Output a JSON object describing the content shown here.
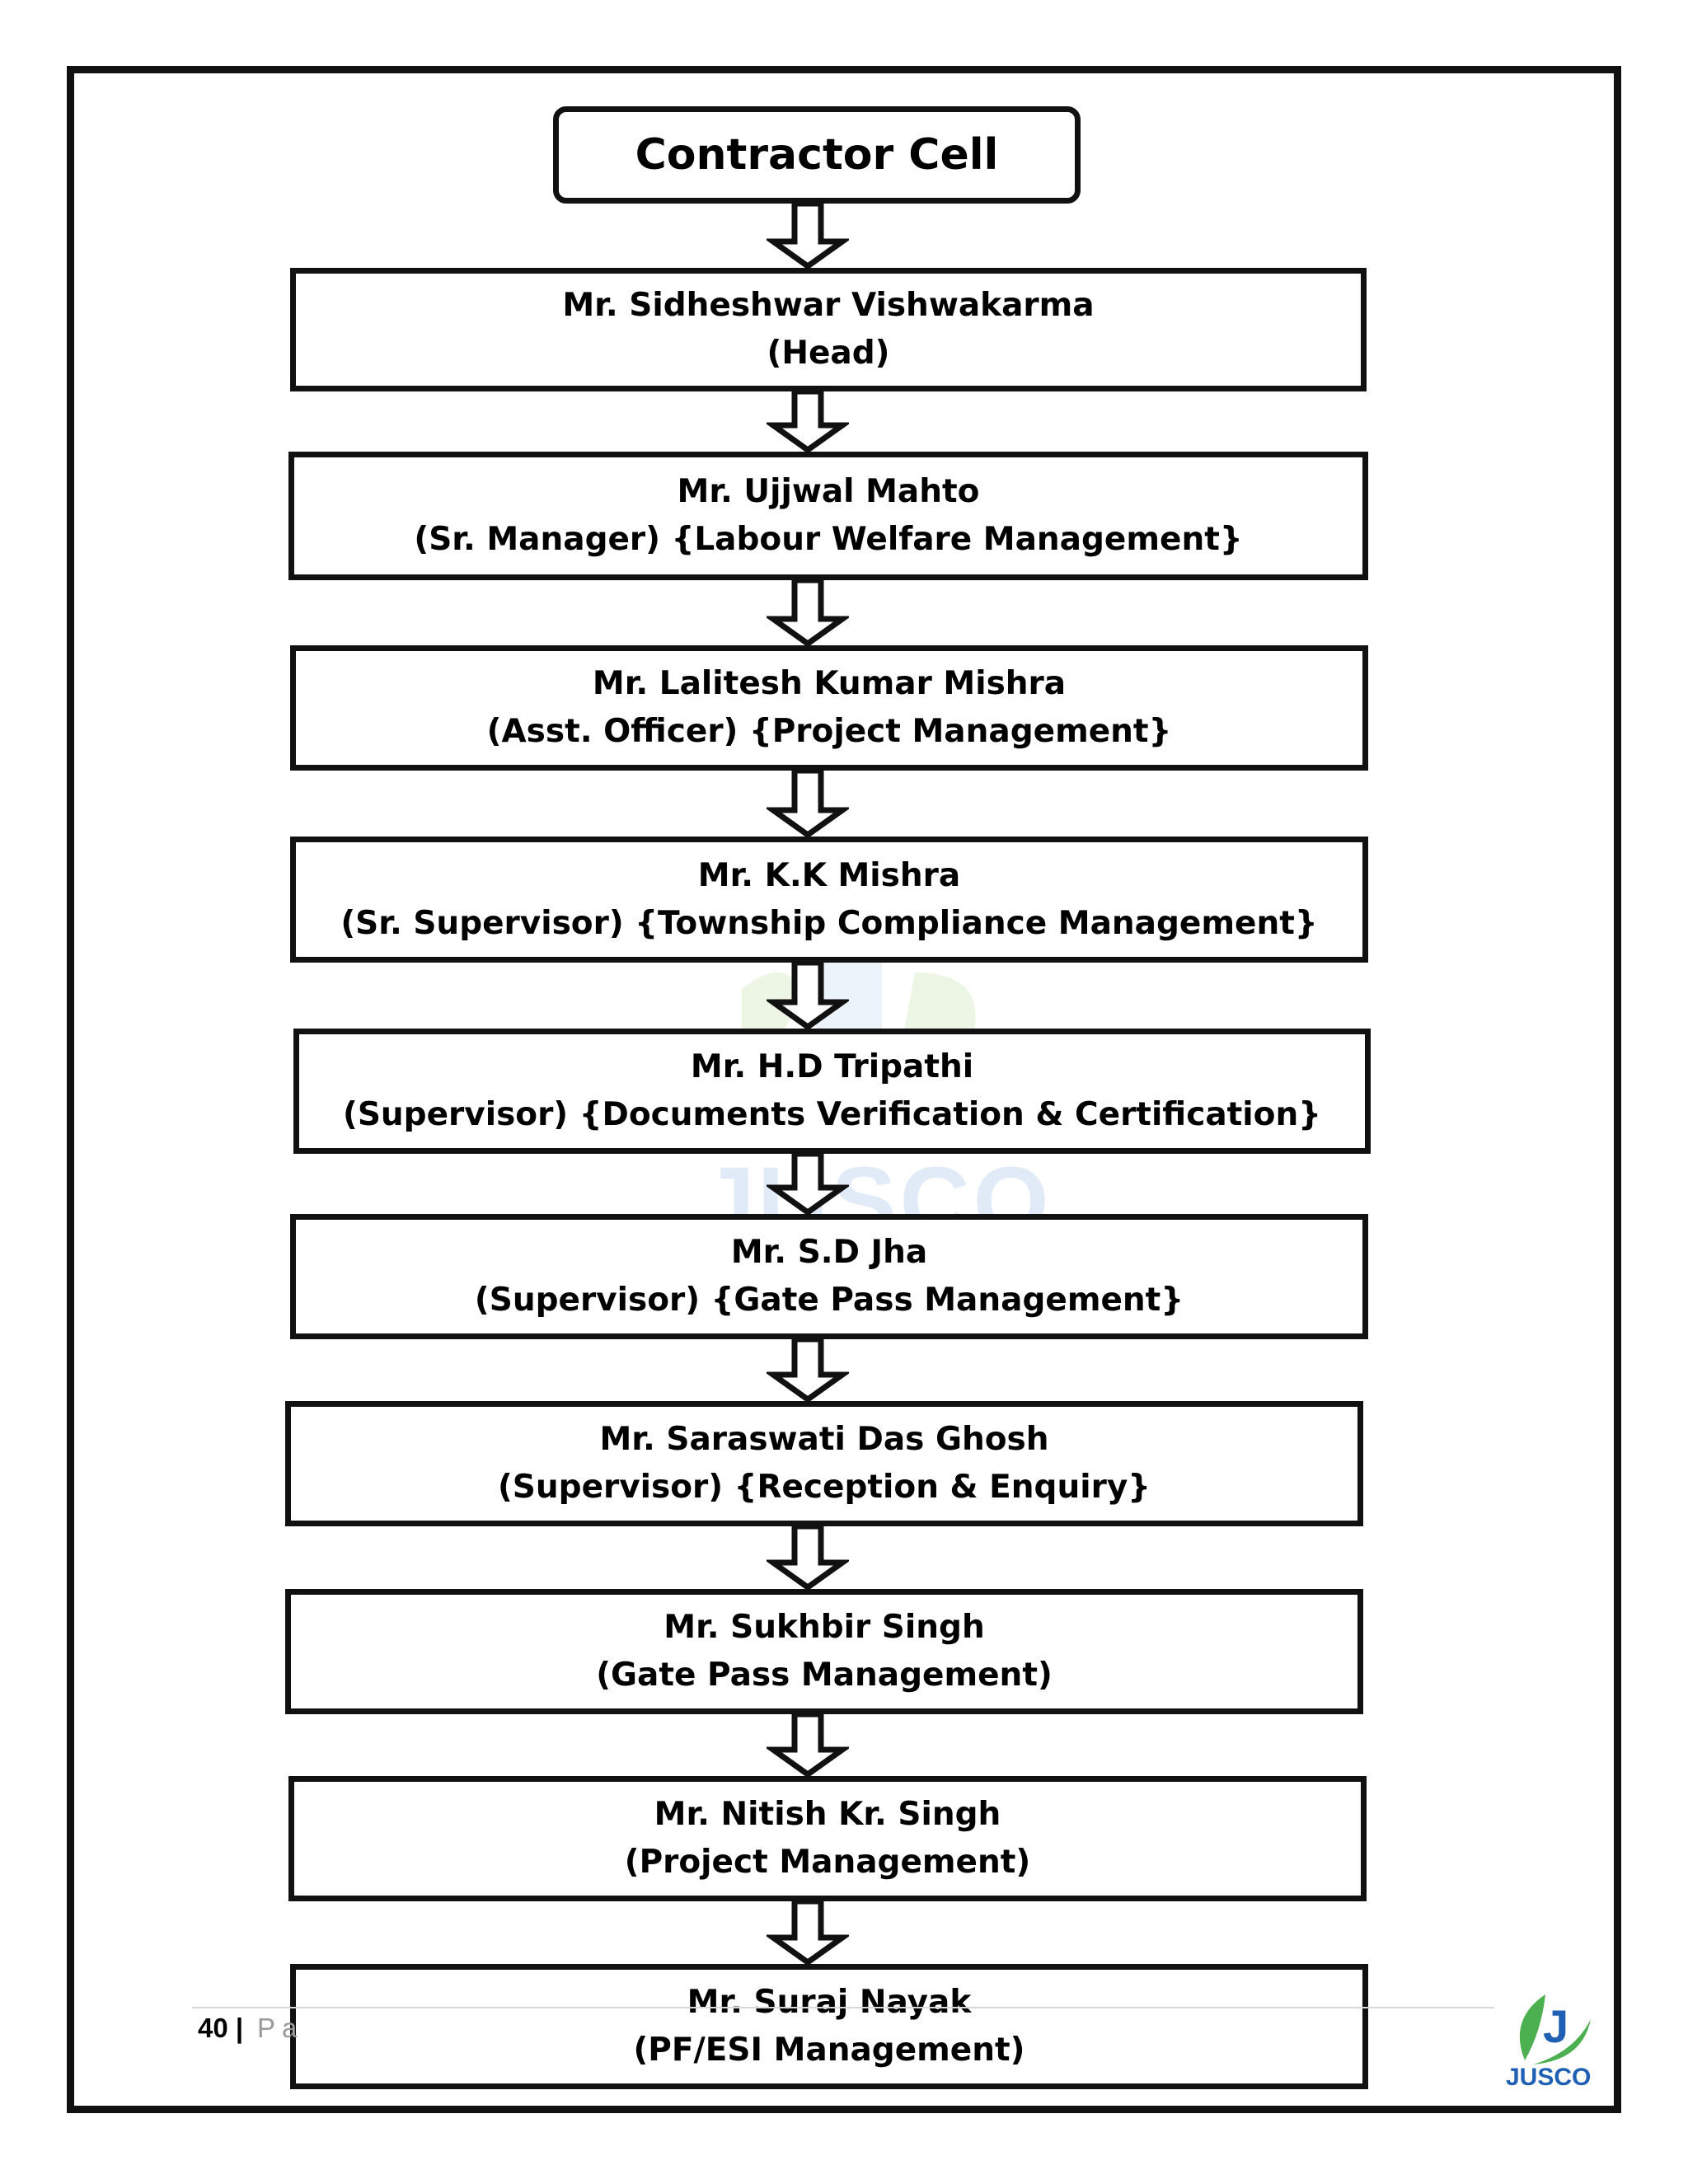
{
  "title": "Contractor Cell",
  "nodes": [
    {
      "name": "Mr. Sidheshwar Vishwakarma",
      "role": "(Head)"
    },
    {
      "name": "Mr. Ujjwal Mahto",
      "role": "(Sr. Manager) {Labour Welfare Management}"
    },
    {
      "name": "Mr. Lalitesh Kumar Mishra",
      "role": "(Asst. Officer) {Project Management}"
    },
    {
      "name": "Mr. K.K Mishra",
      "role": "(Sr. Supervisor) {Township Compliance Management}"
    },
    {
      "name": "Mr. H.D Tripathi",
      "role": "(Supervisor) {Documents Verification & Certification}"
    },
    {
      "name": "Mr. S.D Jha",
      "role": "(Supervisor) {Gate Pass Management}"
    },
    {
      "name": "Mr. Saraswati Das Ghosh",
      "role": "(Supervisor) {Reception & Enquiry}"
    },
    {
      "name": "Mr. Sukhbir Singh",
      "role": "(Gate Pass Management)"
    },
    {
      "name": "Mr. Nitish Kr. Singh",
      "role": "(Project Management)"
    },
    {
      "name": "Mr. Suraj Nayak",
      "role": "(PF/ESI Management)"
    }
  ],
  "footer": {
    "page_number": "40 |",
    "page_label": "Pa"
  },
  "watermark": {
    "text": "JUSCO"
  },
  "logo": {
    "text": "JUSCO"
  },
  "colors": {
    "border": "#111111",
    "brand_blue": "#1f5fb4",
    "brand_green": "#4caf50"
  }
}
